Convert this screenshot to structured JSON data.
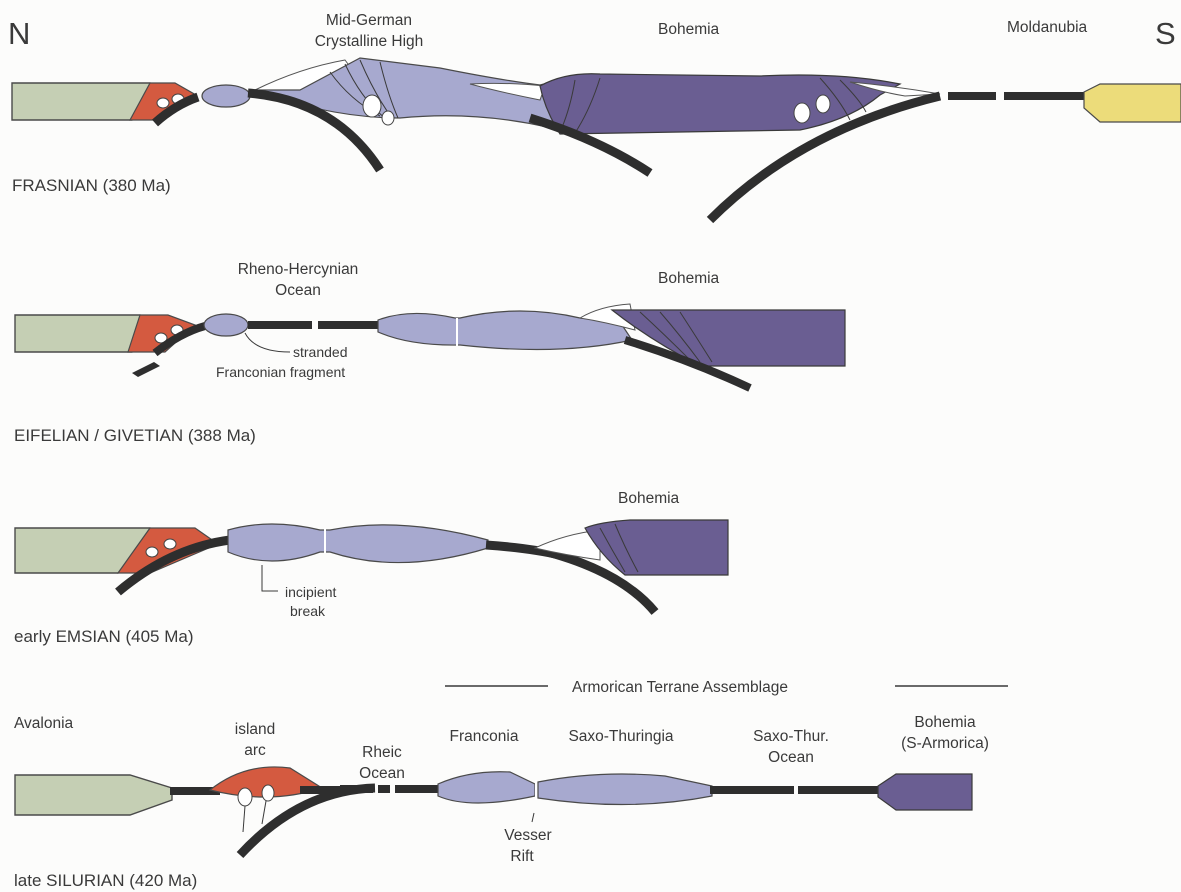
{
  "compass": {
    "north": "N",
    "south": "S"
  },
  "frasnian": {
    "title": "FRASNIAN (380 Ma)",
    "mid_german_1": "Mid-German",
    "mid_german_2": "Crystalline High",
    "bohemia": "Bohemia",
    "moldanubia": "Moldanubia"
  },
  "eifelian": {
    "title": "EIFELIAN / GIVETIAN (388 Ma)",
    "ocean_1": "Rheno-Hercynian",
    "ocean_2": "Ocean",
    "bohemia": "Bohemia",
    "fragment_1": "stranded",
    "fragment_2": "Franconian fragment"
  },
  "emsian": {
    "title": "early  EMSIAN (405 Ma)",
    "bohemia": "Bohemia",
    "break_1": "incipient",
    "break_2": "break"
  },
  "silurian": {
    "title": "late SILURIAN  (420 Ma)",
    "assemblage": "Armorican Terrane Assemblage",
    "avalonia": "Avalonia",
    "island_1": "island",
    "island_2": "arc",
    "rheic_1": "Rheic",
    "rheic_2": "Ocean",
    "franconia": "Franconia",
    "saxo_thuringia": "Saxo-Thuringia",
    "saxo_thur_1": "Saxo-Thur.",
    "saxo_thur_2": "Ocean",
    "bohemia_1": "Bohemia",
    "bohemia_2": "(S-Armorica)",
    "rift_1": "Vesser",
    "rift_2": "Rift"
  },
  "colors": {
    "avalonia": "#c5cfb4",
    "island_arc": "#d45a40",
    "armorican_light": "#a7a9cf",
    "bohemia_dark": "#6a5e92",
    "moldanubia": "#ecdc7a",
    "oceanic_crust": "#2e2e2e"
  }
}
